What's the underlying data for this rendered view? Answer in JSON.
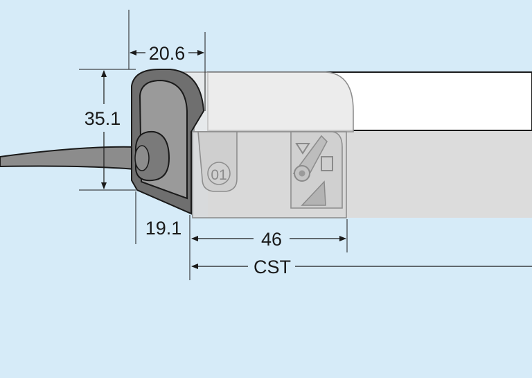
{
  "drawing": {
    "colors": {
      "background": "#d6ebf8",
      "profile_light": "#ffffff",
      "profile_body": "#dcdcdc",
      "endcap_dark": "#6f6f6f",
      "endcap_mid": "#9a9a9a",
      "cable": "#8c8c8c",
      "line": "#1a1a1a"
    },
    "dimensions": {
      "width_top": "20.6",
      "height": "35.1",
      "endcap_depth": "19.1",
      "connector_length": "46",
      "cut_length": "CST"
    },
    "features": {
      "channel_number": "01",
      "direction_arrow_icon": "triangle-down-icon",
      "mount_arrow_icon": "triangle-up-icon"
    }
  }
}
